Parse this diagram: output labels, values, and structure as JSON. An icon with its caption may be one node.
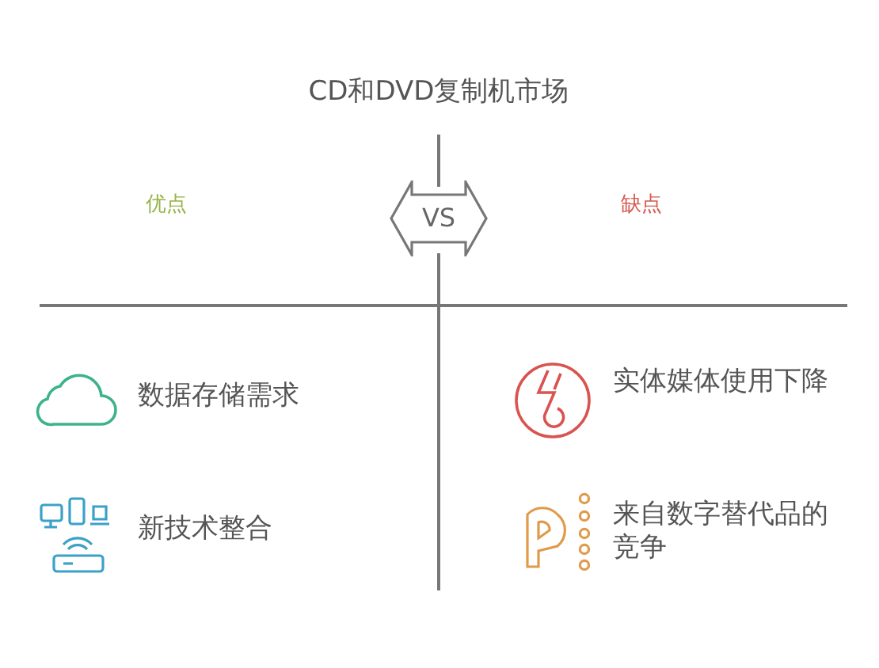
{
  "diagram": {
    "title": "CD和DVD复制机市场",
    "nodes": [
      {
        "text": [
          "VS"
        ]
      }
    ],
    "labels": [
      "优点",
      "缺点",
      "数据存储需求",
      "实体媒体使用下降",
      "新技术整合",
      "来自数字替代品的竞争"
    ]
  }
}
